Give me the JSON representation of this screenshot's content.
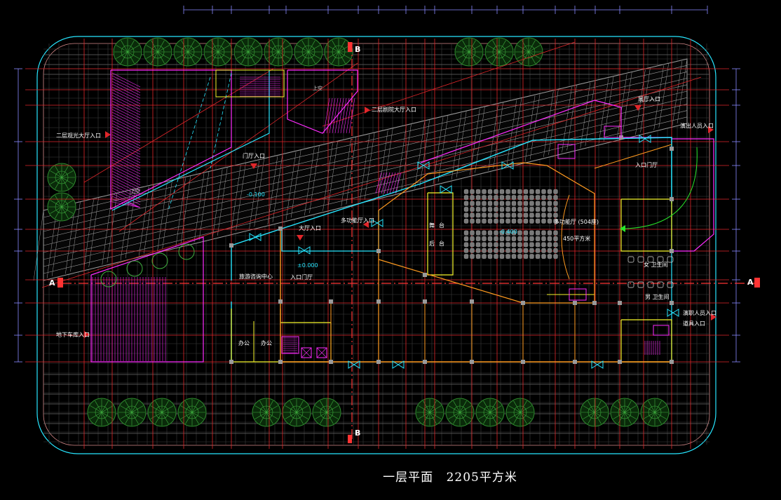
{
  "caption": {
    "name": "一层平面",
    "area": "2205平方米"
  },
  "section_marks": {
    "b_top": "B",
    "b_bottom": "B",
    "a_left": "A",
    "a_right": "A"
  },
  "labels": {
    "second_floor_ramp_entry": "二层观光大厅入口",
    "second_floor_exhibit_entry": "二层剧院大厅入口",
    "hall_entry_top": "门厅入口",
    "exhibit_entry_right": "展厅入口",
    "artist_entry": "演出人员入口",
    "entrance_lobby": "入口门厅",
    "gate_entry": "门厅入口",
    "elev_low": "-0.100",
    "elev_zero": "±0.000",
    "elev_hall": "-0.400",
    "office_entry": "大厅入口",
    "multi_hall_entry": "多功能厅入口",
    "multi_hall": "多功能厅 (504座)",
    "hall_area": "450平方米",
    "info_center": "旅游咨询中心",
    "lobby": "入口门厅",
    "office1": "办公",
    "office2": "办公",
    "women_wc": "女 卫生间",
    "men_wc": "男 卫生间",
    "staff_entry": "演职人员入口",
    "prop_entry": "道具入口",
    "underground_entry": "地下车库入口",
    "stair_up_1": "上空",
    "stair_up_2": "上空",
    "stage_side_1": "舞",
    "stage_side_2": "台",
    "stage_side_3": "后",
    "stage_side_4": "台"
  },
  "colors": {
    "background": "#000000",
    "grid_red": "#e0262a",
    "cyan": "#27e6ff",
    "magenta": "#ff2bff",
    "yellow": "#f5f52a",
    "orange": "#ff9a1f",
    "tree_green": "#2e8b2e",
    "grey": "#8a8a8a",
    "white": "#ffffff"
  }
}
